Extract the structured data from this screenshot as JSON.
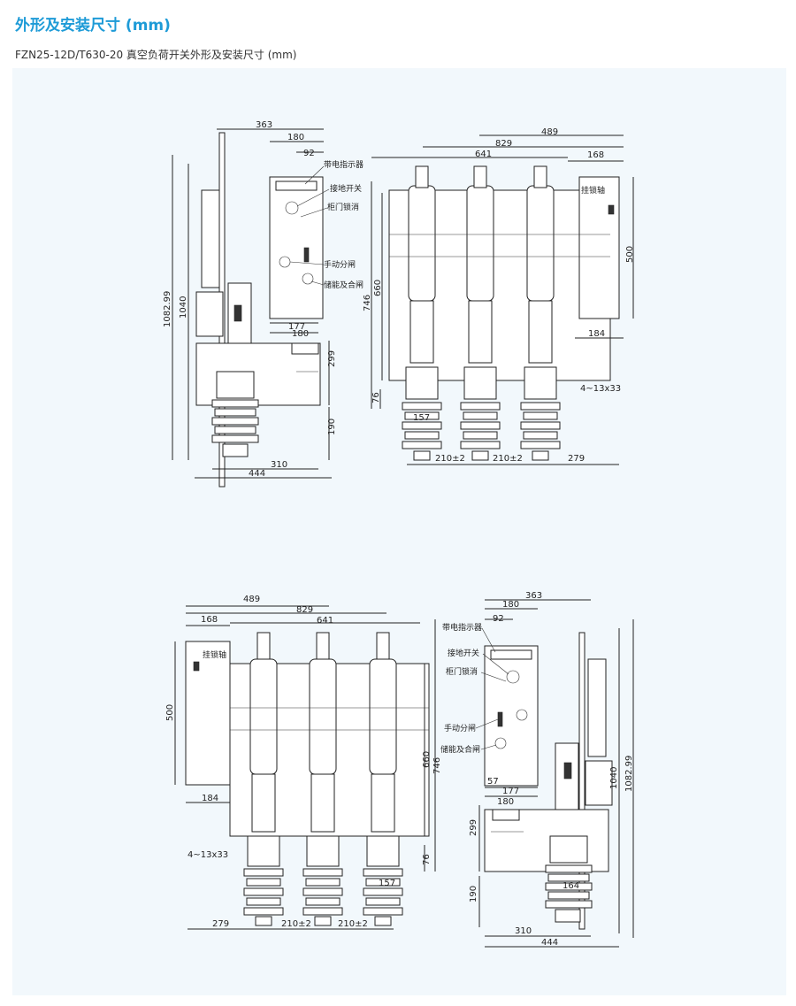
{
  "header": {
    "title": "外形及安装尺寸 (mm)",
    "subtitle": "FZN25-12D/T630-20 真空负荷开关外形及安装尺寸 (mm)"
  },
  "colors": {
    "accent": "#1e9bd7",
    "panel_bg": "#f2f8fc",
    "line": "#222222"
  },
  "labels": {
    "indicator": "带电指示器",
    "earth_switch": "接地开关",
    "door_lock": "柜门锁消",
    "manual_open": "手动分闸",
    "charge_close": "储能及合闸",
    "lock_shaft": "挂锁轴"
  },
  "dims": {
    "d363": "363",
    "d180": "180",
    "d92": "92",
    "d1082": "1082.99",
    "d1040": "1040",
    "d177": "177",
    "d57": "57",
    "d299": "299",
    "d190": "190",
    "d310": "310",
    "d444": "444",
    "d489": "489",
    "d829": "829",
    "d641": "641",
    "d168": "168",
    "d500": "500",
    "d660": "660",
    "d746": "746",
    "d184": "184",
    "d76": "76",
    "d4x13": "4~13x33",
    "d157": "157",
    "d210a": "210±2",
    "d210b": "210±2",
    "d279": "279",
    "d164": "164"
  }
}
